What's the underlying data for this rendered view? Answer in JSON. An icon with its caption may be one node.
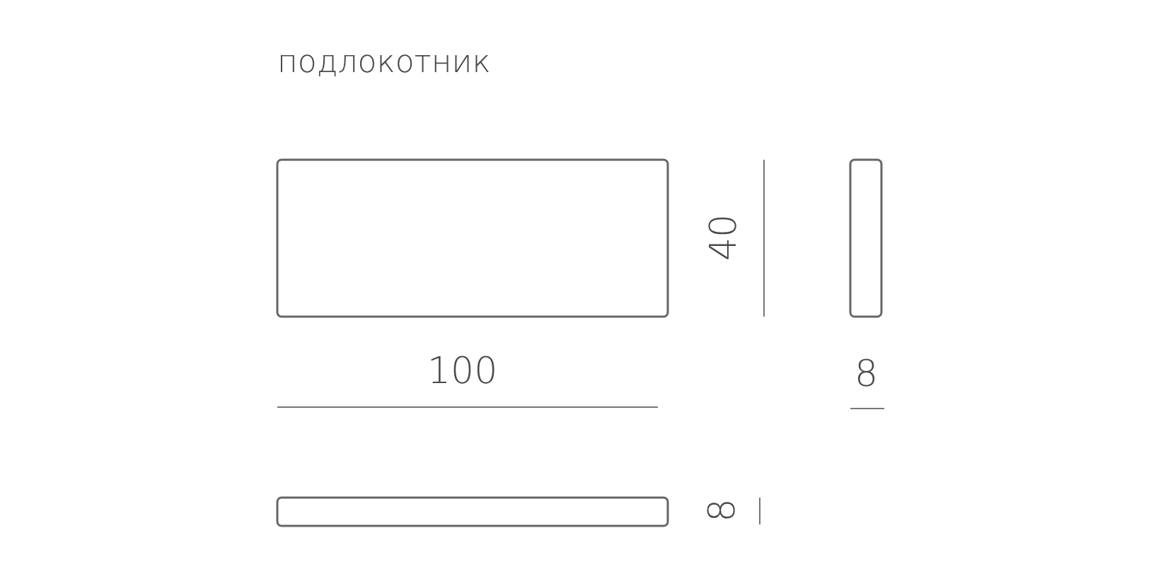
{
  "diagram": {
    "title": "подлокотник",
    "labels": [
      "40",
      "100",
      "8",
      "8"
    ]
  }
}
